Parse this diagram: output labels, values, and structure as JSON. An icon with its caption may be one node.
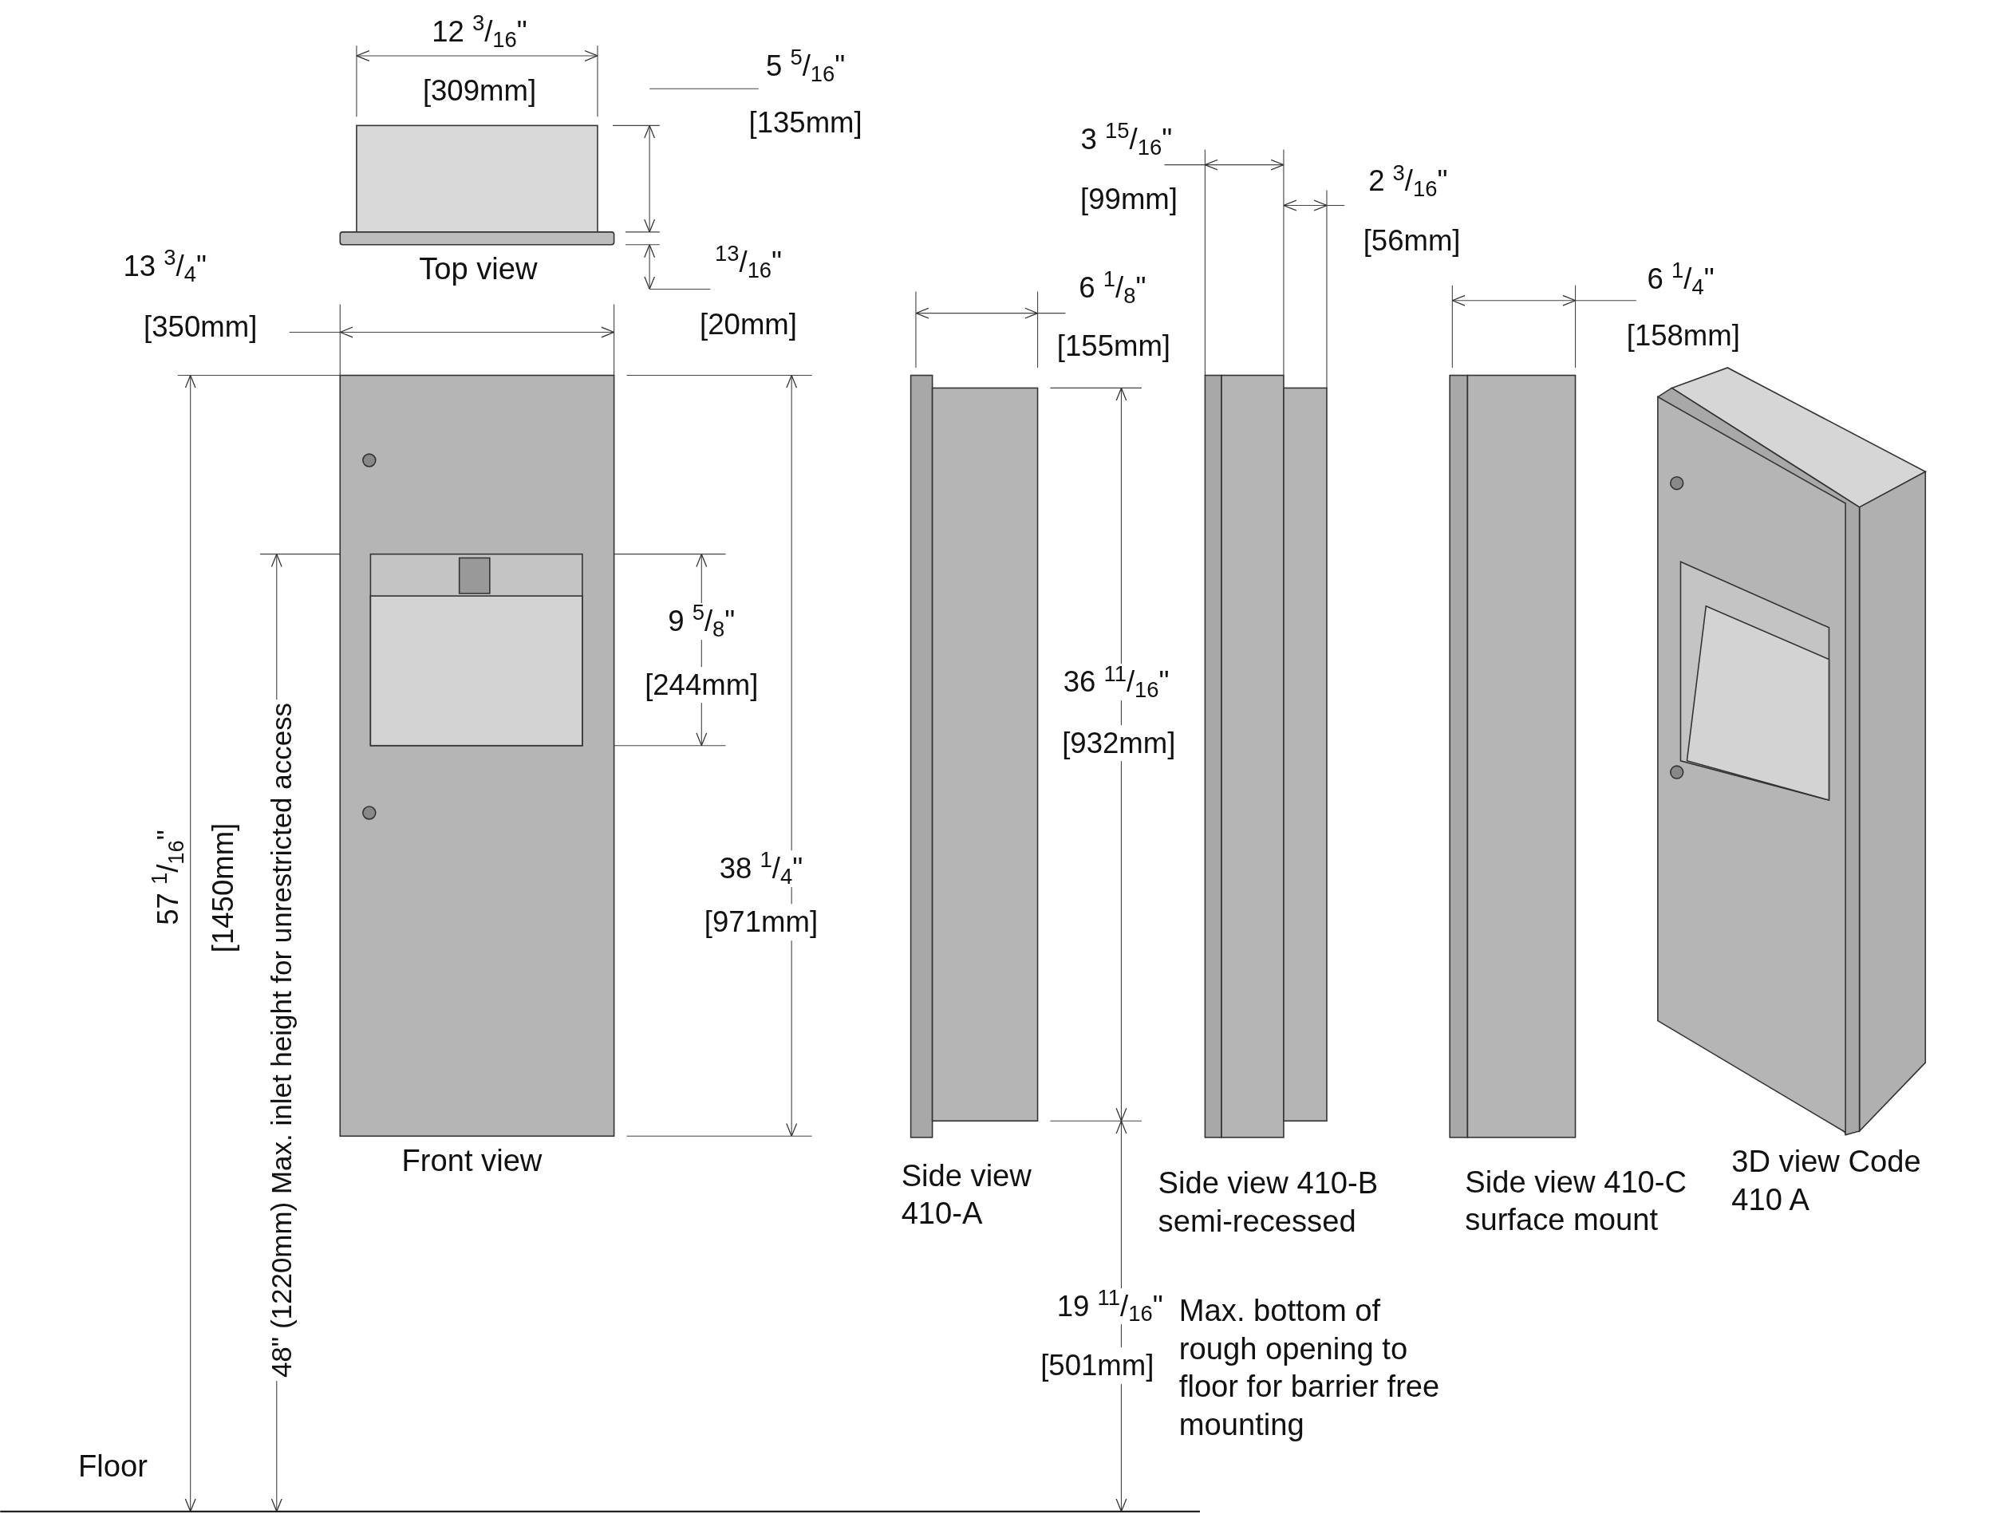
{
  "diagram": {
    "labels": [
      "12 $^{3}$/$_{16}$\"",
      "[309mm]",
      "5 $^{5}$/$_{16}$\"",
      "[135mm]",
      "3 $^{15}$/$_{16}$\"",
      "[99mm]",
      "2 $^{3}$/$_{16}$\"",
      "[56mm]",
      "13 $^{3}$/$_{4}$\"",
      "Top view",
      "$^{13}$/$_{16}$\"",
      "[350mm]",
      "[20mm]",
      "6 $^{1}$/$_{8}$\"",
      "[155mm]",
      "6 $^{1}$/$_{4}$\"",
      "[158mm]",
      "9 $^{5}$/$_{8}$\"",
      "[244mm]",
      "36 $^{11}$/$_{16}$\"",
      "[932mm]",
      "38 $^{1}$/$_{4}$\"",
      "[971mm]",
      "57 $^{1}$/$_{16}$\"",
      "[1450mm]",
      "48\" (1220mm) Max. inlet height for unrestricted access",
      "Front view",
      "Side view 410-A",
      "Side view 410-B semi-recessed",
      "Side view 410-C surface mount",
      "3D view Code 410 A",
      "19 $^{11}$/$_{16}$\"",
      "[501mm]",
      "Max. bottom of rough opening to floor for barrier free mounting",
      "Floor"
    ]
  }
}
